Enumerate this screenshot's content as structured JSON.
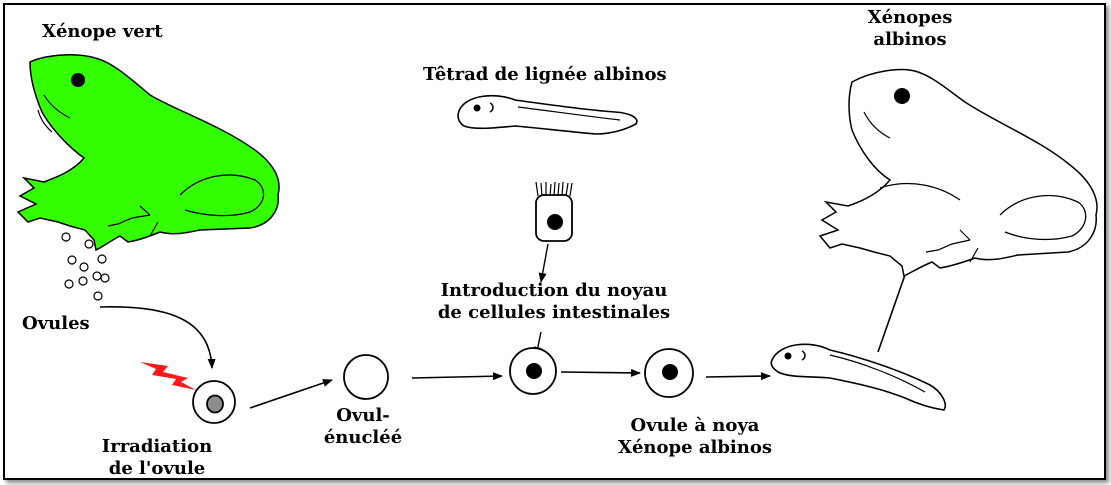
{
  "labels": {
    "green_frog": "Xénope vert",
    "albino_frogs_line1": "Xénopes",
    "albino_frogs_line2": "albinos",
    "tadpole_line": "Têtrad de lignée albinos",
    "ovules": "Ovules",
    "irradiation_line1": "Irradiation",
    "irradiation_line2": "de l'ovule",
    "enucleated_line1": "Ovul-",
    "enucleated_line2": "énucléé",
    "introduction_line1": "Introduction du noyau",
    "introduction_line2": "de cellules intestinales",
    "nucleated_line1": "Ovule à noya",
    "nucleated_line2": "Xénope albinos"
  },
  "colors": {
    "frog_green": "#33ff00",
    "ink": "#000000",
    "lightning": "#ff1a1a",
    "irradiated_nucleus": "#8c8c8c"
  },
  "icons": {
    "green_frog": "frog-icon",
    "albino_frog": "frog-outline-icon",
    "tadpole": "tadpole-icon",
    "intestinal_cell": "intestinal-cell-icon",
    "lightning": "lightning-icon"
  }
}
